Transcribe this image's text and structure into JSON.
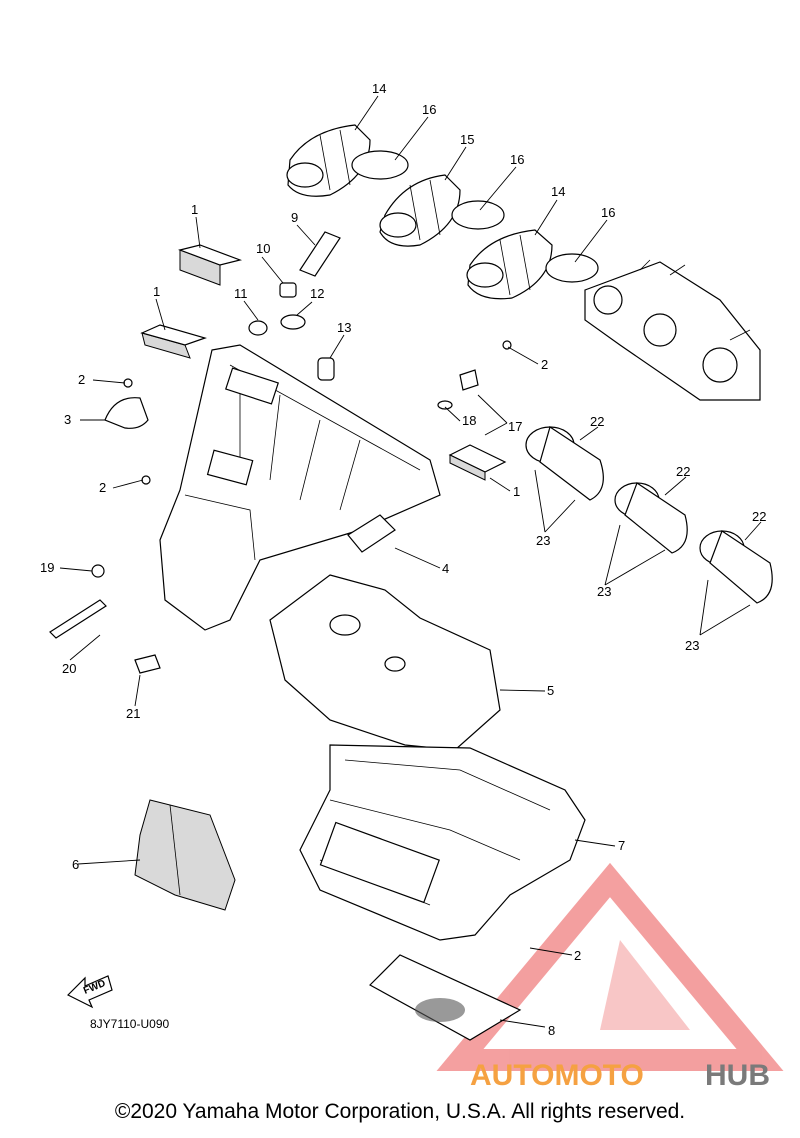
{
  "diagram": {
    "code": "8JY7110-U090",
    "fwd": "FWD",
    "copyright": "©2020 Yamaha Motor Corporation, U.S.A. All rights reserved.",
    "watermark": {
      "word1": "AUTOMOTO",
      "word2": "HUB",
      "color1": "#f5a142",
      "color2": "#7a7a7a",
      "logo_color": "#f08080"
    },
    "callouts": [
      "14",
      "16",
      "15",
      "16",
      "14",
      "16",
      "9",
      "1",
      "10",
      "11",
      "12",
      "1",
      "13",
      "2",
      "2",
      "17",
      "18",
      "3",
      "22",
      "1",
      "2",
      "22",
      "23",
      "22",
      "4",
      "23",
      "19",
      "23",
      "20",
      "5",
      "21",
      "7",
      "6",
      "2",
      "8"
    ]
  }
}
